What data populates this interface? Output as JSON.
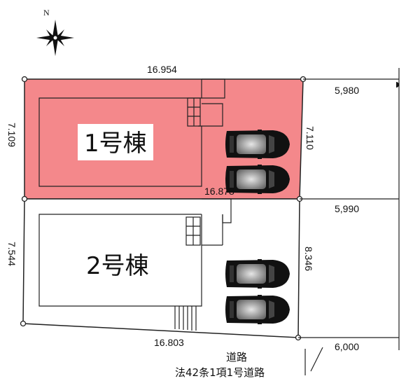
{
  "compass": {
    "north_label": "N",
    "icon": "compass-rose-icon"
  },
  "lots": [
    {
      "name": "1号棟",
      "highlight_color": "#f4888b"
    },
    {
      "name": "2号棟",
      "highlight_color": "#ffffff"
    }
  ],
  "dimensions": {
    "lot1_top": "16.954",
    "lot1_left": "7.109",
    "lot1_right": "7.110",
    "shared_boundary": "16.878",
    "lot2_left": "7.544",
    "lot2_right": "8.346",
    "lot2_bottom": "16.803",
    "road_width_1": "5,980",
    "road_width_2": "5,990",
    "road_width_3": "6,000"
  },
  "road": {
    "line1": "道路",
    "line2": "法42条1項1号道路"
  },
  "colors": {
    "lot1_fill": "#f4888b",
    "outline": "#222222",
    "car_body": "#111111"
  }
}
